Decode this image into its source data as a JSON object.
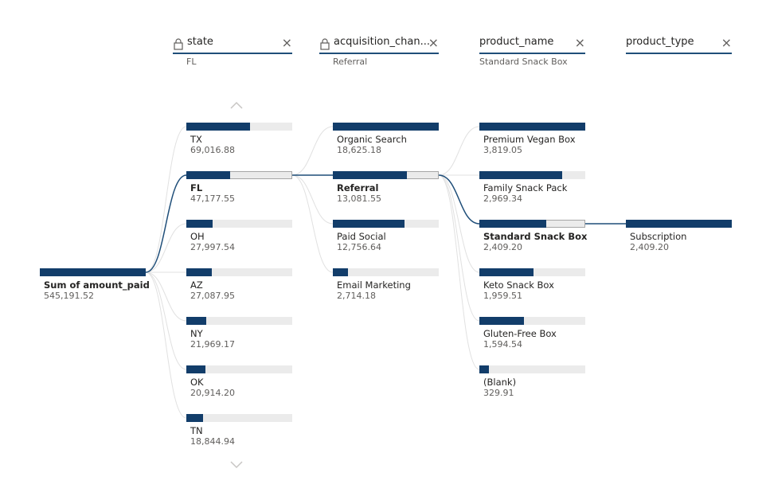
{
  "root": {
    "label": "Sum of amount_paid",
    "value": "545,191.52"
  },
  "columns": [
    {
      "id": "state",
      "title": "state",
      "subtitle": "FL",
      "locked": true,
      "close": "×"
    },
    {
      "id": "acquisition",
      "title": "acquisition_chan...",
      "subtitle": "Referral",
      "locked": true,
      "close": "×"
    },
    {
      "id": "product_name",
      "title": "product_name",
      "subtitle": "Standard Snack Box",
      "locked": false,
      "close": "×"
    },
    {
      "id": "product_type",
      "title": "product_type",
      "subtitle": "",
      "locked": false,
      "close": "×"
    }
  ],
  "state_nodes": [
    {
      "label": "TX",
      "value": "69,016.88",
      "ratio": 0.6
    },
    {
      "label": "FL",
      "value": "47,177.55",
      "ratio": 0.41,
      "selected": true
    },
    {
      "label": "OH",
      "value": "27,997.54",
      "ratio": 0.25
    },
    {
      "label": "AZ",
      "value": "27,087.95",
      "ratio": 0.24
    },
    {
      "label": "NY",
      "value": "21,969.17",
      "ratio": 0.19
    },
    {
      "label": "OK",
      "value": "20,914.20",
      "ratio": 0.18
    },
    {
      "label": "TN",
      "value": "18,844.94",
      "ratio": 0.16
    }
  ],
  "acquisition_nodes": [
    {
      "label": "Organic Search",
      "value": "18,625.18",
      "ratio": 1.0
    },
    {
      "label": "Referral",
      "value": "13,081.55",
      "ratio": 0.7,
      "selected": true
    },
    {
      "label": "Paid Social",
      "value": "12,756.64",
      "ratio": 0.68
    },
    {
      "label": "Email Marketing",
      "value": "2,714.18",
      "ratio": 0.14
    }
  ],
  "product_name_nodes": [
    {
      "label": "Premium Vegan Box",
      "value": "3,819.05",
      "ratio": 1.0
    },
    {
      "label": "Family Snack Pack",
      "value": "2,969.34",
      "ratio": 0.78
    },
    {
      "label": "Standard Snack Box",
      "value": "2,409.20",
      "ratio": 0.63,
      "selected": true
    },
    {
      "label": "Keto Snack Box",
      "value": "1,959.51",
      "ratio": 0.51
    },
    {
      "label": "Gluten-Free Box",
      "value": "1,594.54",
      "ratio": 0.42
    },
    {
      "label": "(Blank)",
      "value": "329.91",
      "ratio": 0.09
    }
  ],
  "product_type_nodes": [
    {
      "label": "Subscription",
      "value": "2,409.20",
      "ratio": 1.0
    }
  ],
  "colors": {
    "fill": "#123d6a",
    "track": "#ebebeb",
    "accent": "#1f4e79",
    "link": "#e1e1e1",
    "link_active": "#1f4e79"
  },
  "icons": {
    "lock": "lock-icon",
    "close": "close-icon",
    "scroll_up": "chevron-up-icon",
    "scroll_down": "chevron-down-icon"
  }
}
